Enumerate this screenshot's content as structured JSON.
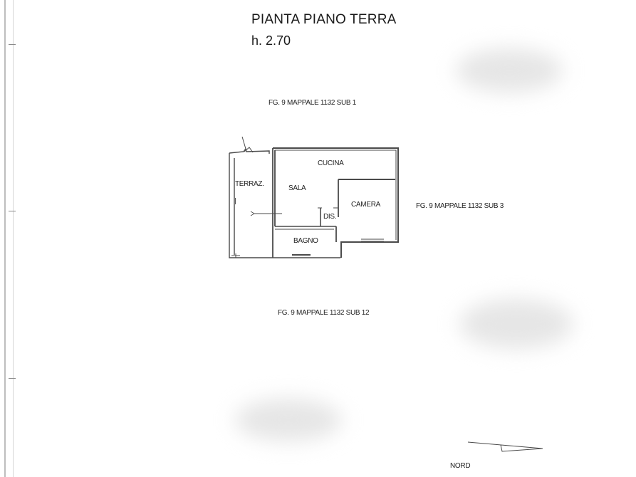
{
  "title": "PIANTA PIANO TERRA",
  "height_label": "h. 2.70",
  "neighbours": {
    "north": "FG. 9 MAPPALE 1132 SUB 1",
    "east": "FG. 9 MAPPALE 1132 SUB 3",
    "south": "FG. 9 MAPPALE 1132 SUB 12"
  },
  "rooms": {
    "terrace": "TERRAZ.",
    "kitchen": "CUCINA",
    "living": "SALA",
    "bedroom": "CAMERA",
    "corridor": "DIS.",
    "bathroom": "BAGNO"
  },
  "compass_label": "NORD"
}
